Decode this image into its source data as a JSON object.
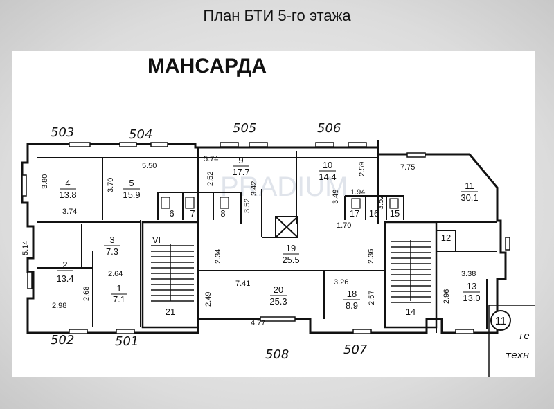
{
  "title": "План БТИ 5-го этажа",
  "heading": "МАНСАРДА",
  "apartments": {
    "a503": "503",
    "a504": "504",
    "a505": "505",
    "a506": "506",
    "a502": "502",
    "a501": "501",
    "a508": "508",
    "a507": "507"
  },
  "rooms": {
    "r1": {
      "num": "1",
      "area": "7.1"
    },
    "r2": {
      "num": "2",
      "area": "13.4"
    },
    "r3": {
      "num": "3",
      "area": "7.3"
    },
    "r4": {
      "num": "4",
      "area": "13.8"
    },
    "r5": {
      "num": "5",
      "area": "15.9"
    },
    "r6": {
      "num": "6"
    },
    "r7": {
      "num": "7"
    },
    "r8": {
      "num": "8"
    },
    "r9": {
      "num": "9",
      "area": "17.7"
    },
    "r10": {
      "num": "10",
      "area": "14.4"
    },
    "r11": {
      "num": "11",
      "area": "30.1"
    },
    "r12": {
      "num": "12"
    },
    "r13": {
      "num": "13",
      "area": "13.0"
    },
    "r14": {
      "num": "14"
    },
    "r15": {
      "num": "15"
    },
    "r16": {
      "num": "16"
    },
    "r17": {
      "num": "17"
    },
    "r18": {
      "num": "18",
      "area": "8.9"
    },
    "r19": {
      "num": "19",
      "area": "25.5"
    },
    "r20": {
      "num": "20",
      "area": "25.3"
    },
    "r21": {
      "num": "21"
    }
  },
  "stair_mark": "VI",
  "dimensions": {
    "d380": "3.80",
    "d374": "3.74",
    "d370": "3.70",
    "d550": "5.50",
    "d574": "5.74",
    "d252": "2.52",
    "d342": "3.42",
    "d352a": "3.52",
    "d259": "2.59",
    "d349": "3.49",
    "d194": "1.94",
    "d170": "1.70",
    "d775": "7.75",
    "d352b": "3.52",
    "d514": "5.14",
    "d264": "2.64",
    "d268": "2.68",
    "d298": "2.98",
    "d234": "2.34",
    "d236": "2.36",
    "d741": "7.41",
    "d249": "2.49",
    "d477": "4.77",
    "d326": "3.26",
    "d257": "2.57",
    "d338": "3.38",
    "d296": "2.96"
  },
  "axis_marker": "11",
  "side_text": {
    "t1": "те",
    "t2": "техн"
  },
  "watermark": "PRADIUM"
}
